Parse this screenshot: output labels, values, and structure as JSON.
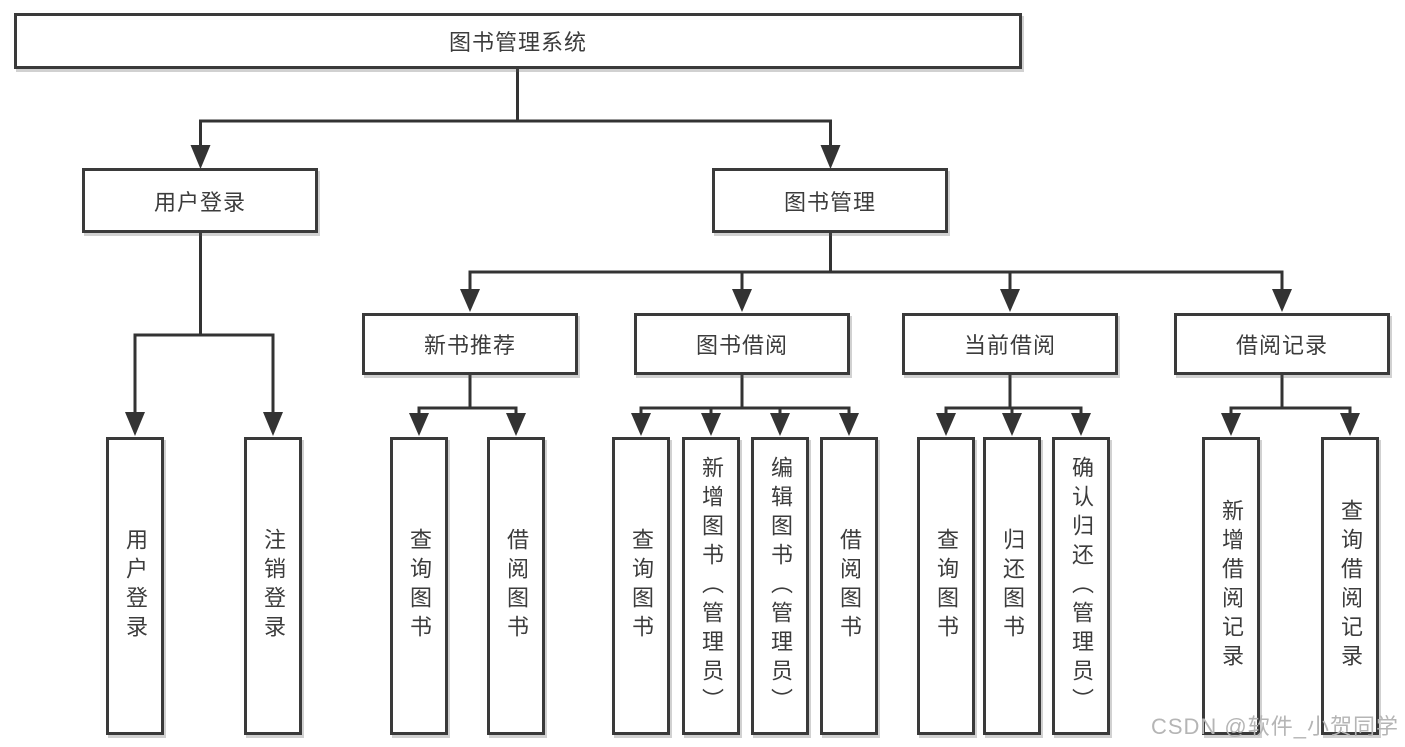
{
  "colors": {
    "line": "#333333",
    "box_border": "#3a3a3a",
    "text": "#3c3c3c",
    "background": "#ffffff",
    "watermark": "#b5b5b5"
  },
  "watermark": {
    "text": "CSDN @软件_小贺同学"
  },
  "diagram": {
    "root": {
      "label": "图书管理系统"
    },
    "user_login": {
      "label": "用户登录",
      "children": [
        {
          "label": "用户登录"
        },
        {
          "label": "注销登录"
        }
      ]
    },
    "book_mgmt": {
      "label": "图书管理",
      "groups": [
        {
          "label": "新书推荐",
          "children": [
            {
              "label": "查询图书"
            },
            {
              "label": "借阅图书"
            }
          ]
        },
        {
          "label": "图书借阅",
          "children": [
            {
              "label": "查询图书"
            },
            {
              "label": "新增图书（管理员）"
            },
            {
              "label": "编辑图书（管理员）"
            },
            {
              "label": "借阅图书"
            }
          ]
        },
        {
          "label": "当前借阅",
          "children": [
            {
              "label": "查询图书"
            },
            {
              "label": "归还图书"
            },
            {
              "label": "确认归还（管理员）"
            }
          ]
        },
        {
          "label": "借阅记录",
          "children": [
            {
              "label": "新增借阅记录"
            },
            {
              "label": "查询借阅记录"
            }
          ]
        }
      ]
    }
  }
}
